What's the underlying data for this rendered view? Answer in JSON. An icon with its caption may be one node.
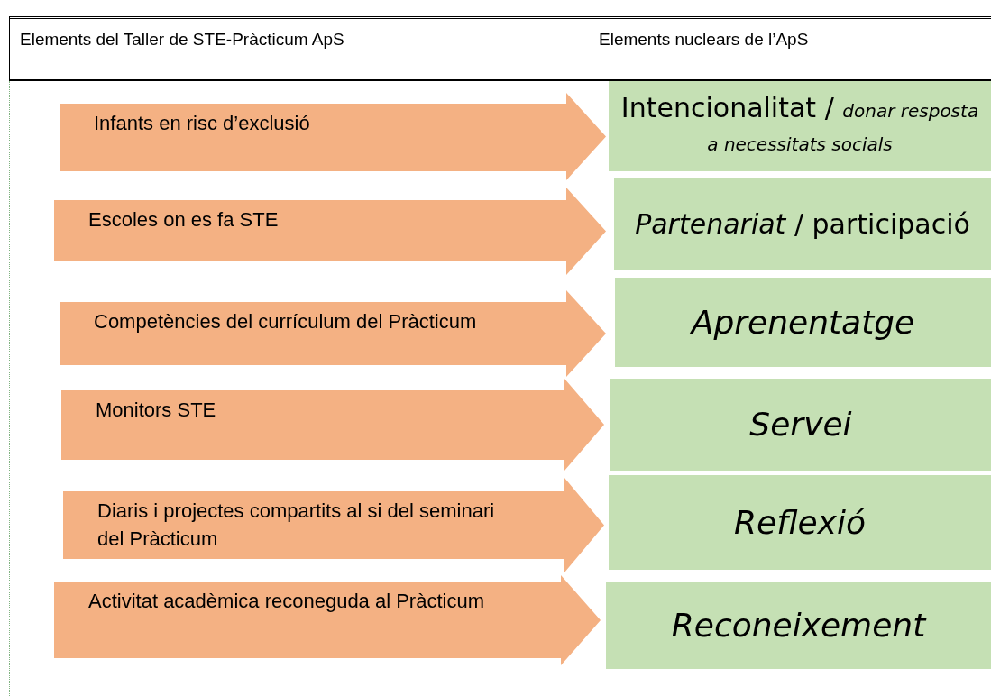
{
  "diagram": {
    "nodes": [
      {
        "text": [
          "Infants en risc d’exclusió"
        ]
      },
      {
        "text": [
          "Intencionalitat / *donar resposta a necessitats socials*"
        ]
      },
      {
        "text": [
          "Escoles on es fa STE"
        ]
      },
      {
        "text": [
          "*Partenariat* / participació"
        ]
      },
      {
        "text": [
          "Competències del currículum del Pràcticum"
        ]
      },
      {
        "text": [
          "Aprenentatge"
        ]
      },
      {
        "text": [
          "Monitors STE"
        ]
      },
      {
        "text": [
          "Servei"
        ]
      },
      {
        "text": [
          "Diaris i projectes compartits al si del seminari del Pràcticum"
        ]
      },
      {
        "text": [
          "Reflexió"
        ]
      },
      {
        "text": [
          "Activitat acadèmica reconeguda al Pràcticum"
        ]
      },
      {
        "text": [
          "Reconeixement"
        ]
      }
    ],
    "labels": [
      "Elements del Taller de STE-Pràcticum ApS",
      "Elements nuclears de l’ApS"
    ]
  }
}
